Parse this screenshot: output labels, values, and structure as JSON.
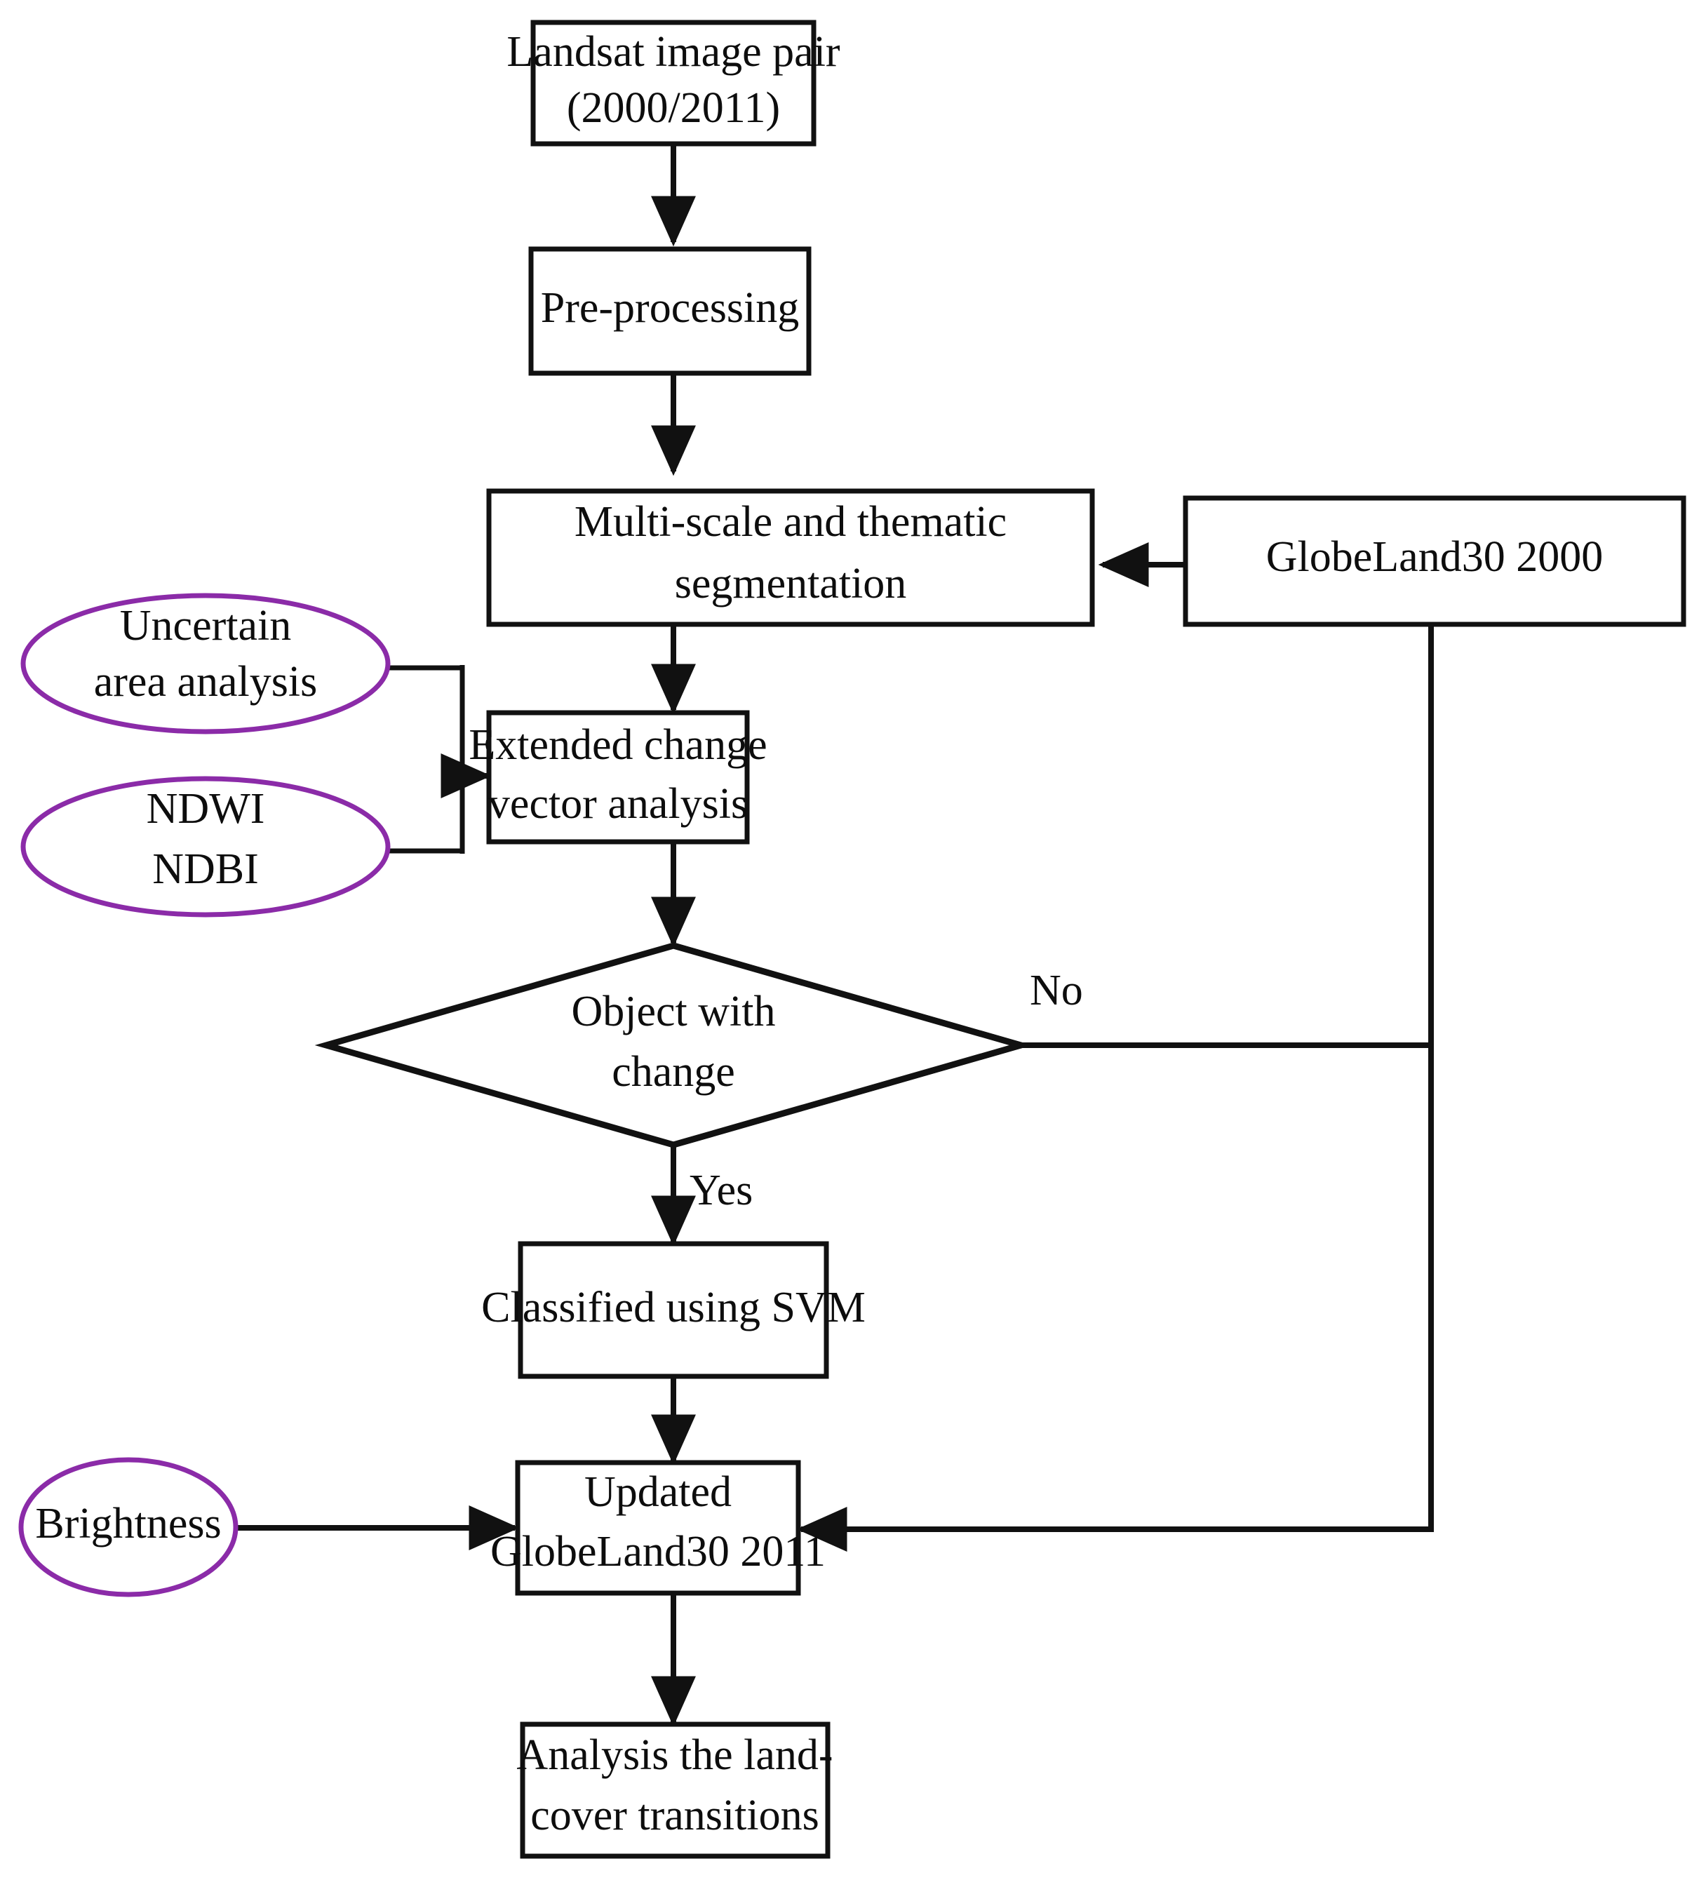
{
  "diagram": {
    "title": "Land-cover change detection and updating workflow",
    "accent_purple": "#8B2BA8",
    "line_color": "#111111",
    "background": "#ffffff"
  },
  "nodes": {
    "landsat": {
      "line1": "Landsat image pair",
      "line2": "(2000/2011)",
      "shape": "rectangle"
    },
    "preprocess": {
      "line1": "Pre-processing",
      "line2": "",
      "shape": "rectangle"
    },
    "segmentation": {
      "line1": "Multi-scale and thematic",
      "line2": "segmentation",
      "shape": "rectangle"
    },
    "globeland2000": {
      "line1": "GlobeLand30 2000",
      "line2": "",
      "shape": "rectangle"
    },
    "uncertain": {
      "line1": "Uncertain",
      "line2": "area analysis",
      "shape": "ellipse"
    },
    "indices": {
      "line1": "NDWI",
      "line2": "NDBI",
      "shape": "ellipse"
    },
    "ecva": {
      "line1": "Extended change",
      "line2": "vector analysis",
      "shape": "rectangle"
    },
    "decision": {
      "line1": "Object with",
      "line2": "change",
      "shape": "diamond"
    },
    "svm": {
      "line1": "Classified using SVM",
      "line2": "",
      "shape": "rectangle"
    },
    "brightness": {
      "line1": "Brightness",
      "line2": "",
      "shape": "ellipse"
    },
    "updated": {
      "line1": "Updated",
      "line2": "GlobeLand30 2011",
      "shape": "rectangle"
    },
    "transitions": {
      "line1": "Analysis the land-",
      "line2": "cover transitions",
      "shape": "rectangle"
    }
  },
  "edge_labels": {
    "no": "No",
    "yes": "Yes"
  }
}
